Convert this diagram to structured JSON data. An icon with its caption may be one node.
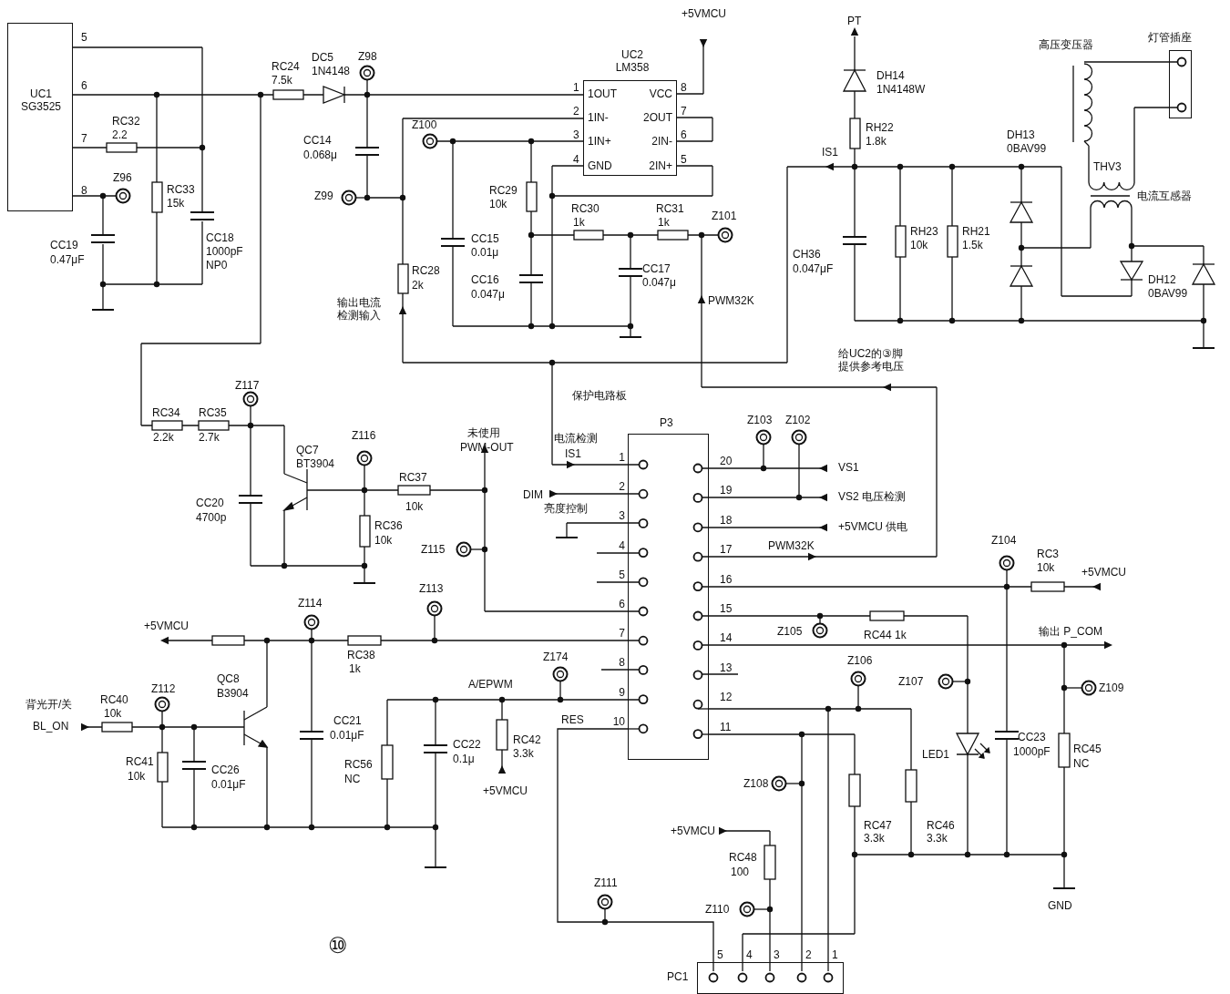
{
  "diagram": {
    "nodes": [
      {
        "text": [
          "UC1 SG3525"
        ],
        "beside": [
          "5",
          "6",
          "7",
          "8"
        ]
      },
      {
        "text": [
          "UC2 LM358",
          "1OUT",
          "1IN-",
          "1IN+",
          "GND",
          "VCC",
          "2OUT",
          "2IN-",
          "2IN+"
        ],
        "beside": [
          "1",
          "2",
          "3",
          "4",
          "8",
          "7",
          "6",
          "5"
        ]
      },
      {
        "text": [
          "P3"
        ],
        "beside": [
          "1",
          "2",
          "3",
          "4",
          "5",
          "6",
          "7",
          "8",
          "9",
          "10",
          "20",
          "19",
          "18",
          "17",
          "16",
          "15",
          "14",
          "13",
          "12",
          "11"
        ]
      },
      {
        "text": [
          "PC1"
        ],
        "beside": [
          "5",
          "4",
          "3",
          "2",
          "1"
        ]
      },
      {
        "text": [
          "灯管插座"
        ]
      }
    ],
    "edges": [
      {
        "from": 2,
        "to": 3,
        "arrow": "none",
        "label": "RES"
      },
      {
        "from": 2,
        "to": 3,
        "arrow": "none"
      },
      {
        "from": 2,
        "to": 3,
        "arrow": "none"
      }
    ],
    "labels": [
      "+5VMCU",
      "PT",
      "高压变压器",
      "RC24",
      "7.5k",
      "DC5",
      "1N4148",
      "Z98",
      "DH14",
      "1N4148W",
      "RC32",
      "2.2",
      "Z100",
      "CC14",
      "0.068μ",
      "RH22",
      "1.8k",
      "IS1",
      "DH13",
      "0BAV99",
      "THV3",
      "电流互感器",
      "Z96",
      "RC33",
      "15k",
      "Z99",
      "RC29",
      "10k",
      "RC30",
      "1k",
      "RC31",
      "1k",
      "Z101",
      "CC15",
      "0.01μ",
      "CC18",
      "1000pF",
      "NP0",
      "CC19",
      "0.47μF",
      "RH23",
      "10k",
      "RH21",
      "1.5k",
      "CH36",
      "0.047μF",
      "CC17",
      "0.047μ",
      "RC28",
      "2k",
      "CC16",
      "0.047μ",
      "DH12",
      "0BAV99",
      "PWM32K",
      "输出电流检测输入",
      "给UC2的③脚提供参考电压",
      "保护电路板",
      "Z117",
      "RC34",
      "2.2k",
      "RC35",
      "2.7k",
      "Z103",
      "Z102",
      "未使用",
      "Z116",
      "电流检测",
      "QC7",
      "BT3904",
      "PWM-OUT",
      "IS1",
      "VS1",
      "RC37",
      "VS2 电压检测",
      "DIM",
      "CC20",
      "4700p",
      "10k",
      "亮度控制",
      "+5VMCU 供电",
      "RC36",
      "10k",
      "Z104",
      "PWM32K",
      "Z115",
      "RC3",
      "10k",
      "+5VMCU",
      "Z113",
      "Z114",
      "+5VMCU",
      "Z105",
      "RC44 1k",
      "输出 P_COM",
      "RC38",
      "1k",
      "Z174",
      "Z106",
      "QC8",
      "B3904",
      "A/EPWM",
      "Z107",
      "Z109",
      "Z112",
      "RC40",
      "10k",
      "背光开/关",
      "BL_ON",
      "CC21",
      "0.01μF",
      "CC23",
      "1000pF",
      "RC42",
      "3.3k",
      "CC22",
      "0.1μ",
      "RC45",
      "NC",
      "LED1",
      "RC41",
      "10k",
      "CC26",
      "0.01μF",
      "RC56",
      "NC",
      "Z108",
      "+5VMCU",
      "RC47",
      "3.3k",
      "RC46",
      "3.3k",
      "+5VMCU",
      "RC48",
      "100",
      "Z111",
      "GND",
      "Z110",
      "⑩"
    ]
  }
}
